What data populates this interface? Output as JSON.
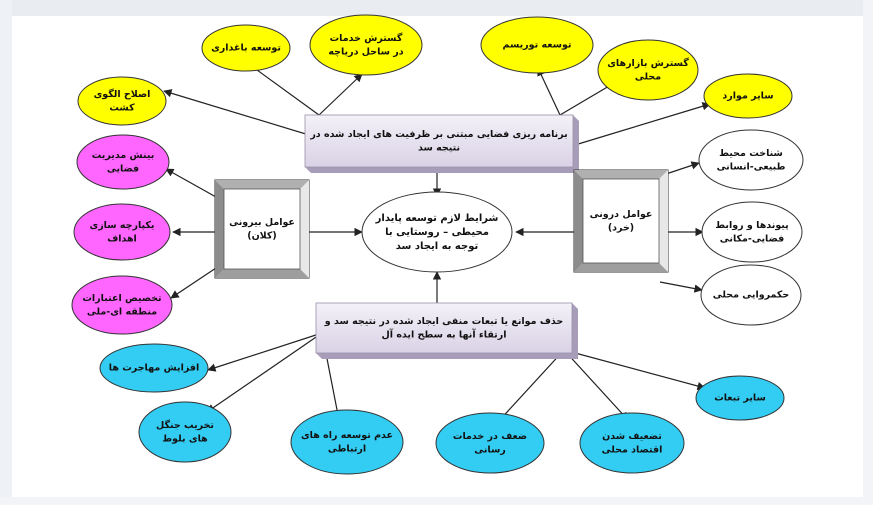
{
  "center": {
    "lines": [
      "شرایط لازم توسعه پایدار",
      "محیطی – روستایی با",
      "توجه به ایجاد سد"
    ]
  },
  "top_box": {
    "lines": [
      "برنامه ریزی فضایی مبتنی بر ظرفیت های ایجاد شده در",
      "نتیجه سد"
    ]
  },
  "bottom_box": {
    "lines": [
      "حذف موانع یا تبعات منفی ایجاد شده در نتیجه سد و",
      "ارتقاء آنها به سطح ایده آل"
    ]
  },
  "left_box": {
    "lines": [
      "عوامل بیرونی",
      "(کلان)"
    ]
  },
  "right_box": {
    "lines": [
      "عوامل درونی",
      "(خرد)"
    ]
  },
  "top_nodes": [
    {
      "lines": [
        "اصلاح الگوی",
        "کشت"
      ]
    },
    {
      "lines": [
        "توسعه باغداری"
      ]
    },
    {
      "lines": [
        "گسترش خدمات",
        "در ساحل دریاچه"
      ]
    },
    {
      "lines": [
        "توسعه توریسم"
      ]
    },
    {
      "lines": [
        "گسترش بازارهای",
        "محلی"
      ]
    },
    {
      "lines": [
        "سایر موارد"
      ]
    }
  ],
  "left_nodes": [
    {
      "lines": [
        "بینش مدیریت",
        "فضایی"
      ]
    },
    {
      "lines": [
        "یکپارچه سازی",
        "اهداف"
      ]
    },
    {
      "lines": [
        "تخصیص اعتبارات",
        "منطقه ای-ملی"
      ]
    }
  ],
  "right_nodes": [
    {
      "lines": [
        "شناخت محیط",
        "طبیعی-انسانی"
      ]
    },
    {
      "lines": [
        "پیوندها و روابط",
        "فضایی-مکانی"
      ]
    },
    {
      "lines": [
        "حکمروایی محلی"
      ]
    }
  ],
  "bottom_nodes": [
    {
      "lines": [
        "افزایش مهاجرت ها"
      ]
    },
    {
      "lines": [
        "تخریب جنگل",
        "های بلوط"
      ]
    },
    {
      "lines": [
        "عدم توسعه راه های",
        "ارتباطی"
      ]
    },
    {
      "lines": [
        "ضعف در خدمات",
        "رسانی"
      ]
    },
    {
      "lines": [
        "تضعیف شدن",
        "اقتصاد محلی"
      ]
    },
    {
      "lines": [
        "سایر تبعات"
      ]
    }
  ],
  "colors": {
    "yellow": "#ffff00",
    "magenta": "#ff66ff",
    "cyan": "#33ccf2",
    "box_fill": "#ebe6f2",
    "box_shadow": "#a89db8",
    "line": "#222222",
    "node_border": "#333333"
  }
}
